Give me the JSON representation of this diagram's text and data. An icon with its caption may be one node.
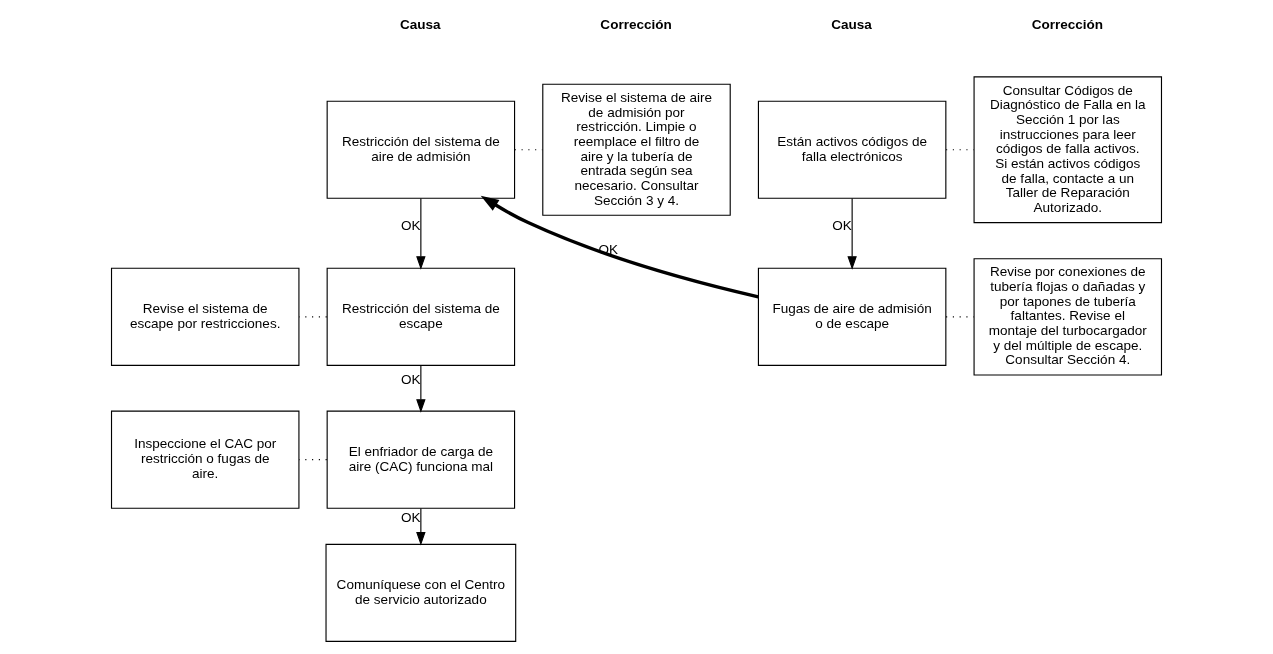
{
  "diagram": {
    "nodes": [
      {
        "text": [
          "Están activos códigos de falla electrónicos"
        ]
      },
      {
        "text": [
          "Consultar Códigos de Diagnóstico de Falla en la Sección 1 por las instrucciones para leer códigos de falla activos. Si están activos códigos de falla, contacte a un Taller de Reparación Autorizado."
        ]
      },
      {
        "text": [
          "Fugas de aire de admisión o de escape"
        ]
      },
      {
        "text": [
          "Revise por conexiones de tubería flojas o dañadas y por tapones de tubería faltantes. Revise el montaje del turbocargador y del múltiple de escape. Consultar Sección 4."
        ]
      },
      {
        "text": [
          "Restricción del sistema de aire de admisión"
        ]
      },
      {
        "text": [
          "Revise el sistema de aire de admisión por restricción. Limpie o reemplace el filtro de aire y la tubería de entrada según sea necesario. Consultar Sección 3 y 4."
        ]
      },
      {
        "text": [
          "Restricción del sistema de escape"
        ]
      },
      {
        "text": [
          "Revise el sistema de escape por restricciones."
        ]
      },
      {
        "text": [
          "El enfriador de carga de aire (CAC) funciona mal"
        ]
      },
      {
        "text": [
          "Inspeccione el CAC por restricción o fugas de aire."
        ]
      },
      {
        "text": [
          "Comuníquese con el Centro de servicio autorizado"
        ]
      }
    ],
    "edges": [
      {
        "from": 0,
        "to": 1,
        "arrow": "none",
        "style": "dashed"
      },
      {
        "from": 0,
        "to": 2,
        "arrow": "to",
        "label": "OK"
      },
      {
        "from": 2,
        "to": 3,
        "arrow": "none",
        "style": "dashed"
      },
      {
        "from": 2,
        "to": 4,
        "arrow": "to",
        "label": "OK",
        "style": "thick"
      },
      {
        "from": 4,
        "to": 5,
        "arrow": "none",
        "style": "dashed"
      },
      {
        "from": 4,
        "to": 6,
        "arrow": "to",
        "label": "OK"
      },
      {
        "from": 6,
        "to": 7,
        "arrow": "none",
        "style": "dashed"
      },
      {
        "from": 6,
        "to": 8,
        "arrow": "to",
        "label": "OK"
      },
      {
        "from": 8,
        "to": 9,
        "arrow": "none",
        "style": "dashed"
      },
      {
        "from": 8,
        "to": 10,
        "arrow": "to",
        "label": "OK"
      }
    ],
    "labels": [
      "Causa",
      "Corrección",
      "Causa",
      "Corrección"
    ]
  }
}
